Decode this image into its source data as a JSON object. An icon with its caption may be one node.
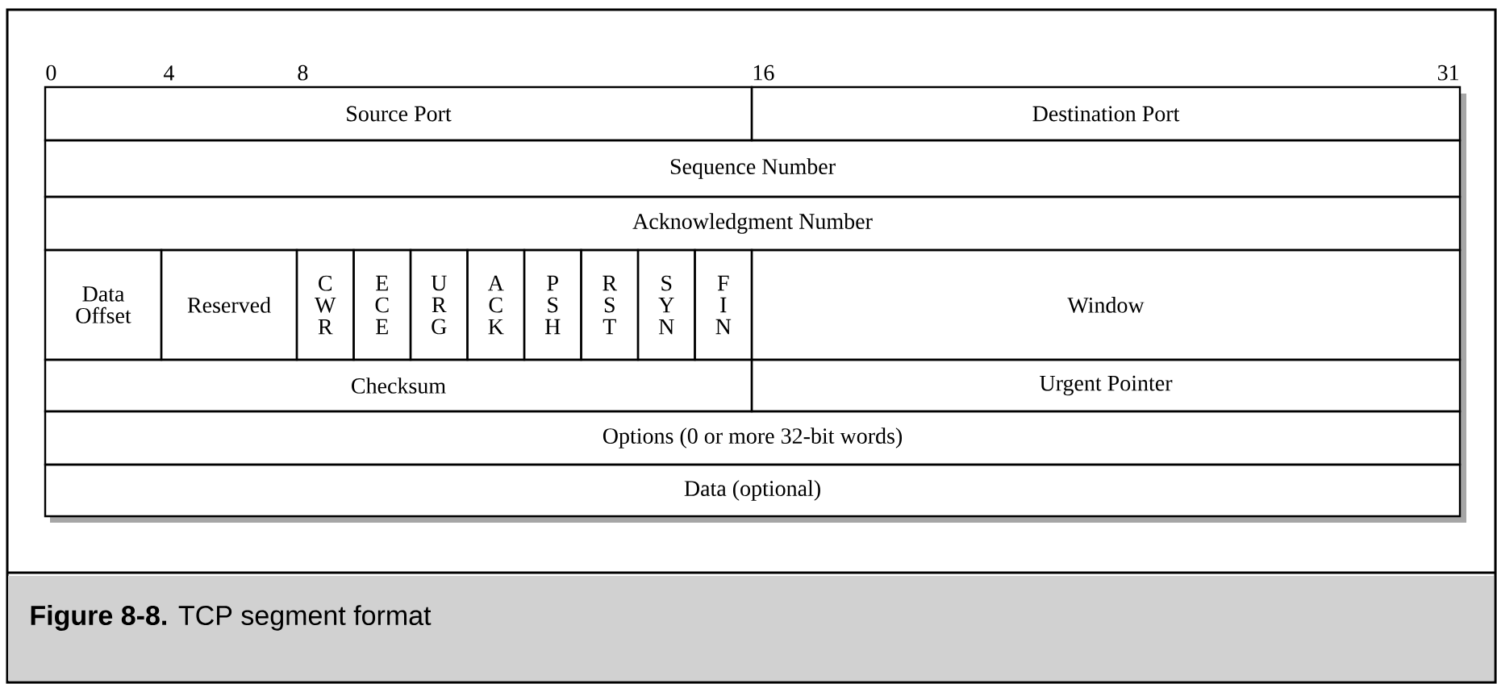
{
  "diagram": {
    "caption": "**Figure 8-8.** TCP segment format",
    "nodes": [
      {
        "text": [
          "Source Port"
        ]
      },
      {
        "text": [
          "Destination Port"
        ]
      },
      {
        "text": [
          "Sequence Number"
        ]
      },
      {
        "text": [
          "Acknowledgment Number"
        ]
      },
      {
        "text": [
          "Data Offset"
        ]
      },
      {
        "text": [
          "Reserved"
        ]
      },
      {
        "text": [
          "C W R"
        ]
      },
      {
        "text": [
          "E C E"
        ]
      },
      {
        "text": [
          "U R G"
        ]
      },
      {
        "text": [
          "A C K"
        ]
      },
      {
        "text": [
          "P S H"
        ]
      },
      {
        "text": [
          "R S T"
        ]
      },
      {
        "text": [
          "S Y N"
        ]
      },
      {
        "text": [
          "F I N"
        ]
      },
      {
        "text": [
          "Window"
        ]
      },
      {
        "text": [
          "Checksum"
        ]
      },
      {
        "text": [
          "Urgent Pointer"
        ]
      },
      {
        "text": [
          "Options (0 or more 32-bit words)"
        ]
      },
      {
        "text": [
          "Data (optional)"
        ]
      }
    ],
    "labels": [
      "0",
      "4",
      "8",
      "16",
      "31"
    ]
  }
}
